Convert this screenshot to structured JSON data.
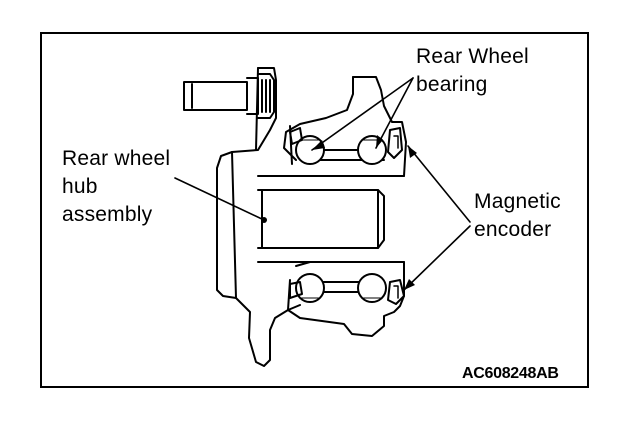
{
  "labels": {
    "rear_wheel_bearing": [
      "Rear Wheel",
      "bearing"
    ],
    "rear_wheel_hub_assembly": [
      "Rear wheel",
      "hub",
      "assembly"
    ],
    "magnetic_encoder": [
      "Magnetic",
      "encoder"
    ]
  },
  "figure_code": "AC608248AB",
  "colors": {
    "line": "#000000",
    "background": "#ffffff"
  }
}
